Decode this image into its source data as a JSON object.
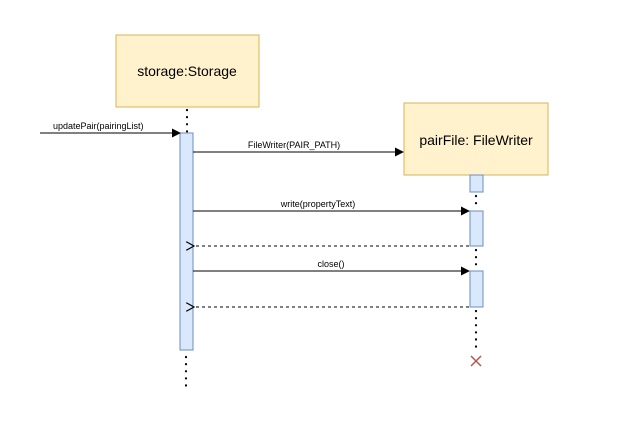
{
  "lifelines": {
    "storage": {
      "title": "storage:Storage"
    },
    "pairfile": {
      "title": "pairFile: FileWriter"
    }
  },
  "messages": {
    "update_pair": "updatePair(pairingList)",
    "filewriter_ctor": "FileWriter(PAIR_PATH)",
    "write": "write(propertyText)",
    "close": "close()"
  },
  "colors": {
    "participant_fill": "#fff2cc",
    "participant_border": "#d6b656",
    "activation_fill": "#dae8fc",
    "activation_border": "#6c8ebf",
    "destroy": "#b85450"
  }
}
